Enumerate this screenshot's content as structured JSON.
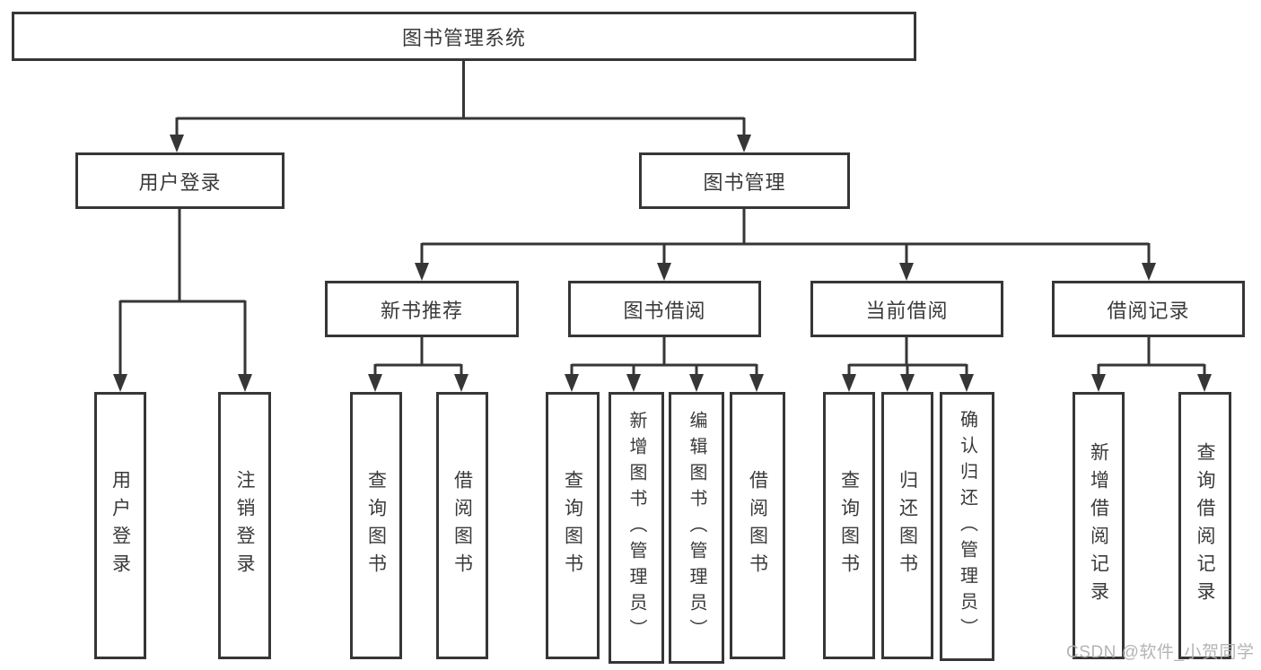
{
  "diagram": {
    "type": "hierarchy-tree",
    "root": {
      "label": "图书管理系统",
      "children": [
        {
          "label": "用户登录",
          "children": [
            {
              "label": "用户登录"
            },
            {
              "label": "注销登录"
            }
          ]
        },
        {
          "label": "图书管理",
          "children": [
            {
              "label": "新书推荐",
              "children": [
                {
                  "label": "查询图书"
                },
                {
                  "label": "借阅图书"
                }
              ]
            },
            {
              "label": "图书借阅",
              "children": [
                {
                  "label": "查询图书"
                },
                {
                  "label": "新增图书（管理员）"
                },
                {
                  "label": "编辑图书（管理员）"
                },
                {
                  "label": "借阅图书"
                }
              ]
            },
            {
              "label": "当前借阅",
              "children": [
                {
                  "label": "查询图书"
                },
                {
                  "label": "归还图书"
                },
                {
                  "label": "确认归还（管理员）"
                }
              ]
            },
            {
              "label": "借阅记录",
              "children": [
                {
                  "label": "新增借阅记录"
                },
                {
                  "label": "查询借阅记录"
                }
              ]
            }
          ]
        }
      ]
    },
    "watermark": "CSDN @软件_小贺同学",
    "colors": {
      "line": "#363636",
      "box_border": "#363636",
      "text": "#3a3a3a",
      "background": "#ffffff",
      "watermark": "#b0b0b0"
    }
  }
}
